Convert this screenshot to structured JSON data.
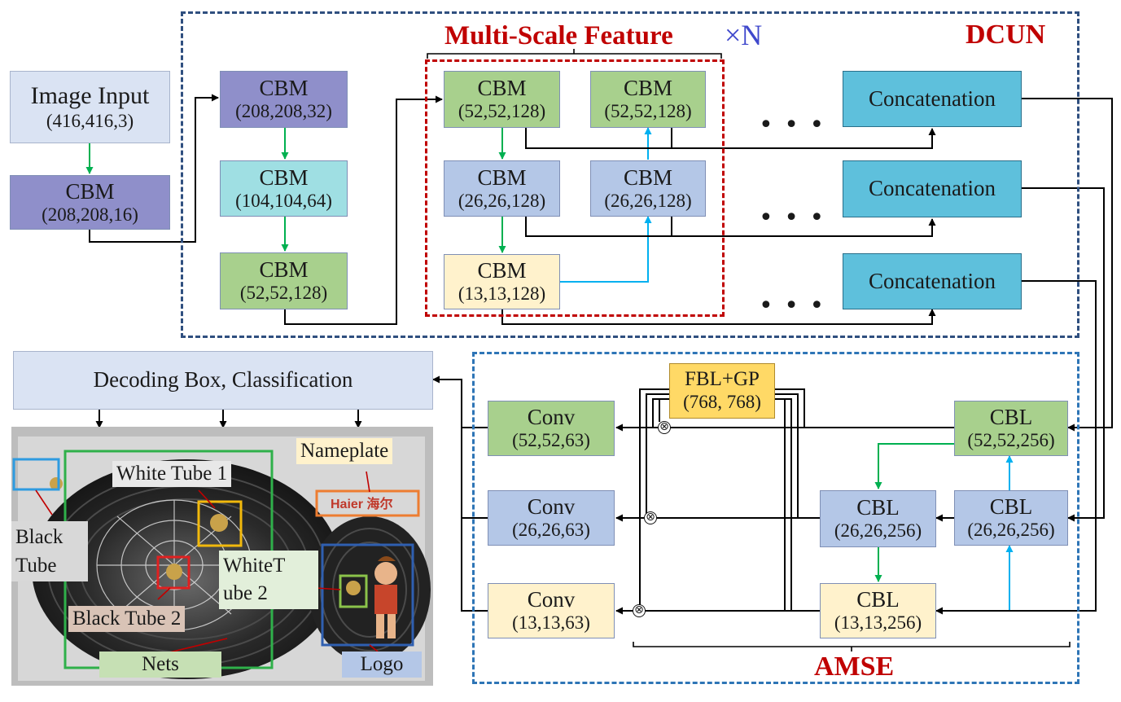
{
  "regions": {
    "dcun_label": "DCUN",
    "msf_title": "Multi-Scale Feature",
    "msf_multiplier": "×N",
    "amse_label": "AMSE"
  },
  "colors": {
    "dcun_border": "#2f4f7f",
    "msf_border": "#c00000",
    "amse_border": "#2e75b6",
    "title_red": "#c00000",
    "times_n_blue": "#3f48cc",
    "arrow_black": "#000000",
    "arrow_green": "#00b050",
    "arrow_cyan": "#00b0f0"
  },
  "backbone": {
    "input": {
      "name": "Image Input",
      "dims": "(416,416,3)"
    },
    "cbm1": {
      "name": "CBM",
      "dims": "(208,208,16)"
    },
    "cbm2": {
      "name": "CBM",
      "dims": "(208,208,32)"
    },
    "cbm3": {
      "name": "CBM",
      "dims": "(104,104,64)"
    },
    "cbm4": {
      "name": "CBM",
      "dims": "(52,52,128)"
    }
  },
  "msf": {
    "a1": {
      "name": "CBM",
      "dims": "(52,52,128)"
    },
    "a2": {
      "name": "CBM",
      "dims": "(26,26,128)"
    },
    "a3": {
      "name": "CBM",
      "dims": "(13,13,128)"
    },
    "b1": {
      "name": "CBM",
      "dims": "(52,52,128)"
    },
    "b2": {
      "name": "CBM",
      "dims": "(26,26,128)"
    }
  },
  "ellipsis": "• • •",
  "concat": [
    "Concatenation",
    "Concatenation",
    "Concatenation"
  ],
  "decoding": "Decoding Box, Classification",
  "amse": {
    "fbl": {
      "name": "FBL+GP",
      "dims": "(768, 768)"
    },
    "conv1": {
      "name": "Conv",
      "dims": "(52,52,63)"
    },
    "conv2": {
      "name": "Conv",
      "dims": "(26,26,63)"
    },
    "conv3": {
      "name": "Conv",
      "dims": "(13,13,63)"
    },
    "cbl_r1": {
      "name": "CBL",
      "dims": "(52,52,256)"
    },
    "cbl_r2": {
      "name": "CBL",
      "dims": "(26,26,256)"
    },
    "cbl_m2": {
      "name": "CBL",
      "dims": "(26,26,256)"
    },
    "cbl_m3": {
      "name": "CBL",
      "dims": "(13,13,256)"
    },
    "otimes": "⊗"
  },
  "photo_labels": {
    "nameplate": "Nameplate",
    "white_tube_1": "White Tube 1",
    "black_tube": "Black Tube",
    "white_tube_2": "WhiteT ube 2",
    "black_tube_2": "Black Tube 2",
    "nets": "Nets",
    "logo": "Logo",
    "haier": "Haier 海尔"
  }
}
